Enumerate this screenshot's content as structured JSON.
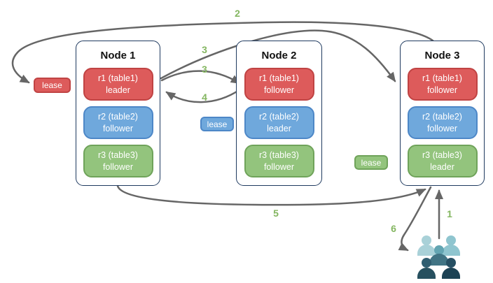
{
  "nodes": [
    {
      "title": "Node 1",
      "replicas": [
        {
          "name": "r1 (table1)",
          "role": "leader",
          "color": "red"
        },
        {
          "name": "r2 (table2)",
          "role": "follower",
          "color": "blue"
        },
        {
          "name": "r3 (table3)",
          "role": "follower",
          "color": "green"
        }
      ]
    },
    {
      "title": "Node 2",
      "replicas": [
        {
          "name": "r1 (table1)",
          "role": "follower",
          "color": "red"
        },
        {
          "name": "r2 (table2)",
          "role": "leader",
          "color": "blue"
        },
        {
          "name": "r3 (table3)",
          "role": "follower",
          "color": "green"
        }
      ]
    },
    {
      "title": "Node 3",
      "replicas": [
        {
          "name": "r1 (table1)",
          "role": "follower",
          "color": "red"
        },
        {
          "name": "r2 (table2)",
          "role": "follower",
          "color": "blue"
        },
        {
          "name": "r3 (table3)",
          "role": "leader",
          "color": "green"
        }
      ]
    }
  ],
  "leases": [
    {
      "label": "lease",
      "color": "#dd5b5b",
      "attached_to": "node1-r1-leader"
    },
    {
      "label": "lease",
      "color": "#6fa8dc",
      "attached_to": "node2-r2-leader"
    },
    {
      "label": "lease",
      "color": "#93c47d",
      "attached_to": "node3-r3-leader"
    }
  ],
  "steps": {
    "s1": "1",
    "s2": "2",
    "s3a": "3",
    "s3b": "3",
    "s4": "4",
    "s5": "5",
    "s6": "6"
  },
  "colors": {
    "replica_red": "#dd5b5b",
    "replica_red_border": "#c04343",
    "replica_blue": "#6fa8dc",
    "replica_blue_border": "#4d87c7",
    "replica_green": "#93c47d",
    "replica_green_border": "#6fa35a",
    "node_border": "#1f3a5f",
    "arrow": "#666666",
    "step_number": "#84b661",
    "users_back_left": "#a9d1d8",
    "users_back_right": "#8fc5cf",
    "users_middle_head": "#63a5b2",
    "users_middle_body": "#417484",
    "users_front_left_head": "#2f5d70",
    "users_front_left_body": "#27505f",
    "users_front_right_head": "#264f63",
    "users_front_right_body": "#1c4254"
  },
  "icons": {
    "users": "users-group-icon"
  }
}
